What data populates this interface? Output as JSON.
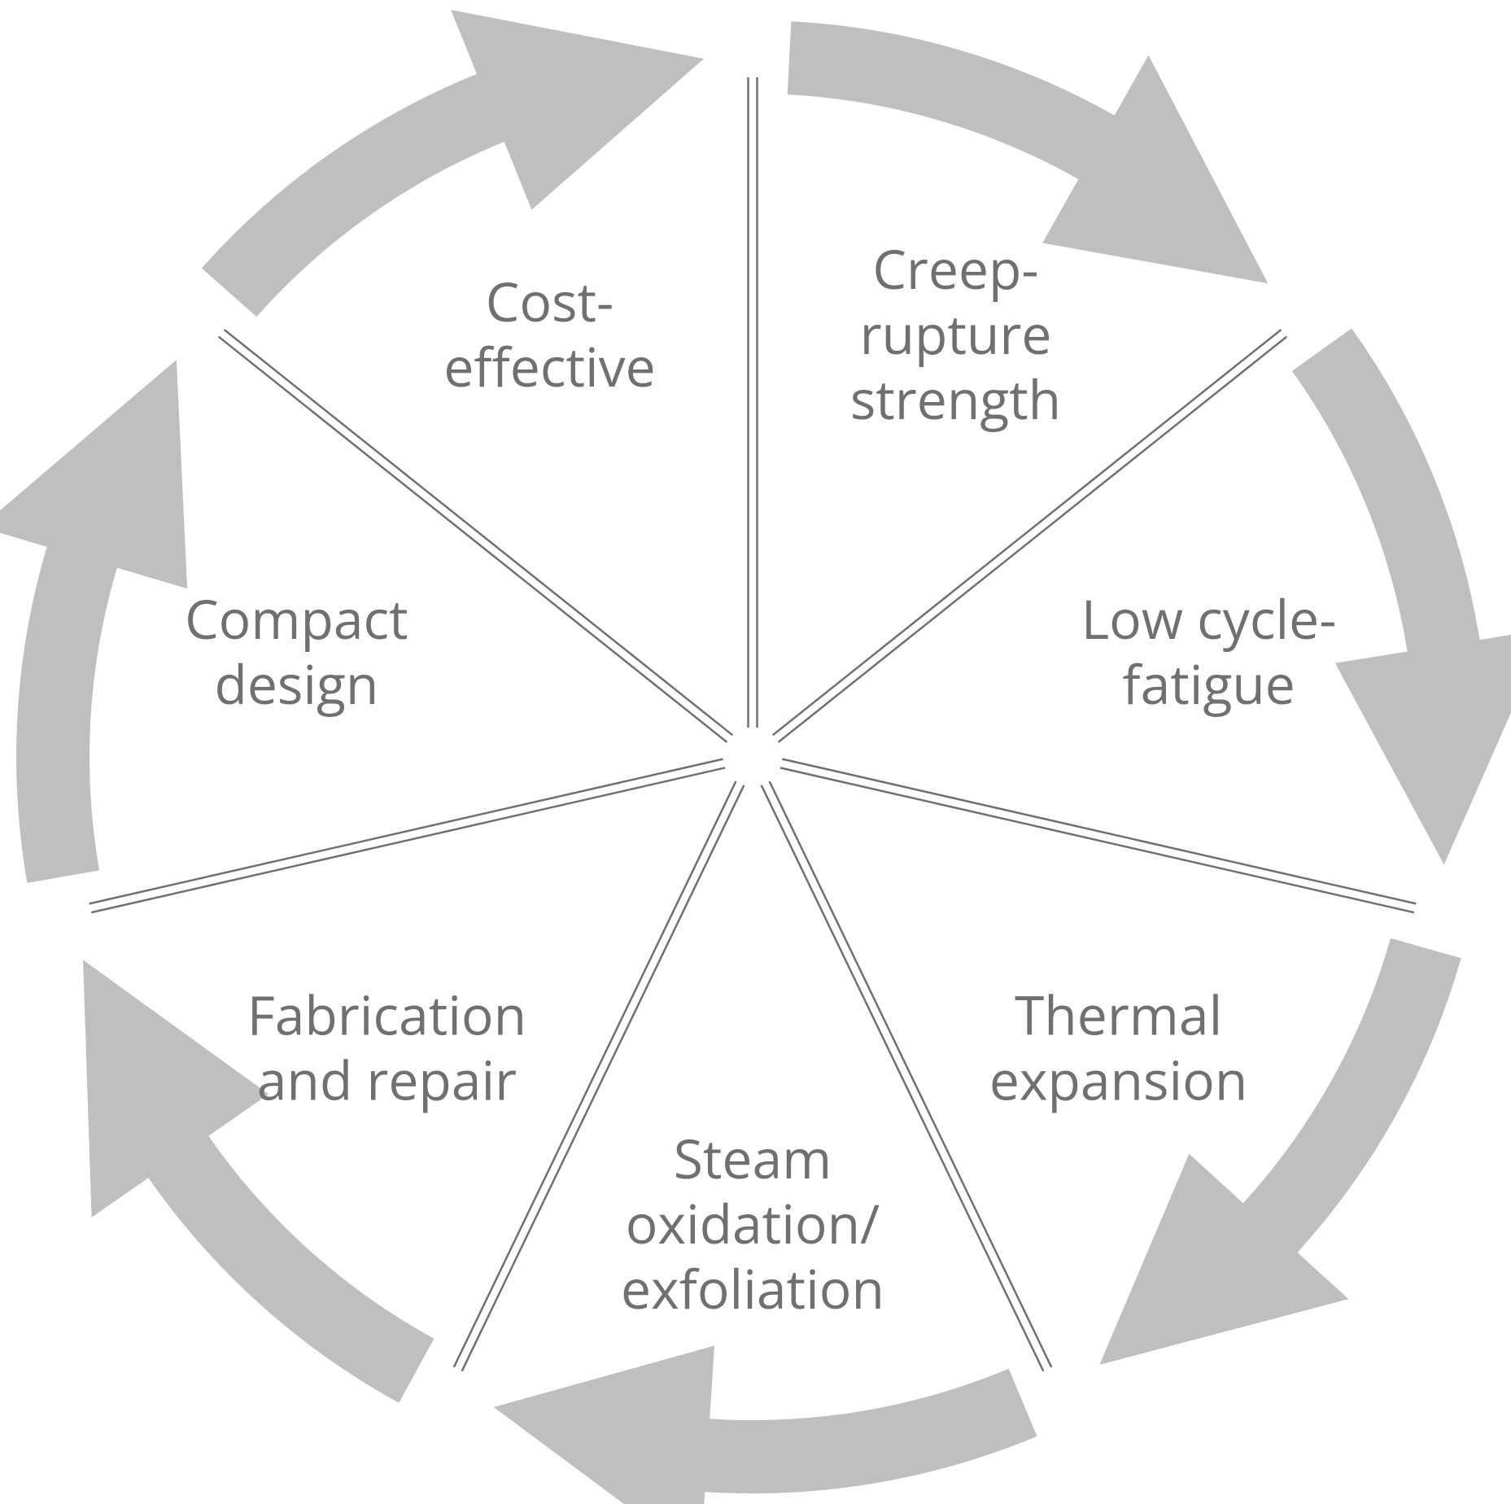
{
  "diagram": {
    "type": "cycle",
    "colors": {
      "arrow": "#bfbfbf",
      "divider": "#707070",
      "text": "#707070"
    },
    "segments": [
      {
        "id": "creep-rupture-strength",
        "lines": [
          "Creep-",
          "rupture",
          "strength"
        ]
      },
      {
        "id": "low-cycle-fatigue",
        "lines": [
          "Low cycle-",
          "fatigue"
        ]
      },
      {
        "id": "thermal-expansion",
        "lines": [
          "Thermal",
          "expansion"
        ]
      },
      {
        "id": "steam-oxidation-exfoliation",
        "lines": [
          "Steam",
          "oxidation/",
          "exfoliation"
        ]
      },
      {
        "id": "fabrication-and-repair",
        "lines": [
          "Fabrication",
          "and repair"
        ]
      },
      {
        "id": "compact-design",
        "lines": [
          "Compact",
          "design"
        ]
      },
      {
        "id": "cost-effective",
        "lines": [
          "Cost-",
          "effective"
        ]
      }
    ]
  }
}
